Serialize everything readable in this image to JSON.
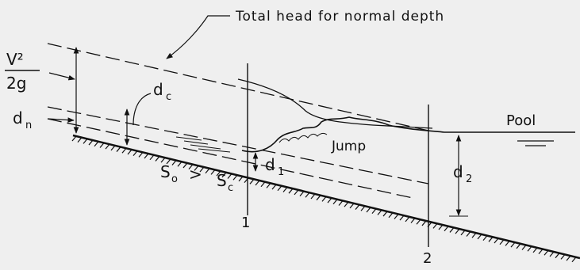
{
  "diagram": {
    "annotation_total_head": "Total head for normal depth",
    "velocity_head_num": "V²",
    "velocity_head_den": "2g",
    "label_dc": "d",
    "label_dc_sub": "c",
    "label_dn": "d",
    "label_dn_sub": "n",
    "label_d1": "d",
    "label_d1_sub": "1",
    "label_d2": "d",
    "label_d2_sub": "2",
    "label_so": "S",
    "label_so_sub": "o",
    "label_gt": ">",
    "label_sc": "S",
    "label_sc_sub": "c",
    "label_jump": "Jump",
    "label_pool": "Pool",
    "section_1": "1",
    "section_2": "2"
  },
  "colors": {
    "ink": "#111111",
    "paper": "#efefef"
  }
}
